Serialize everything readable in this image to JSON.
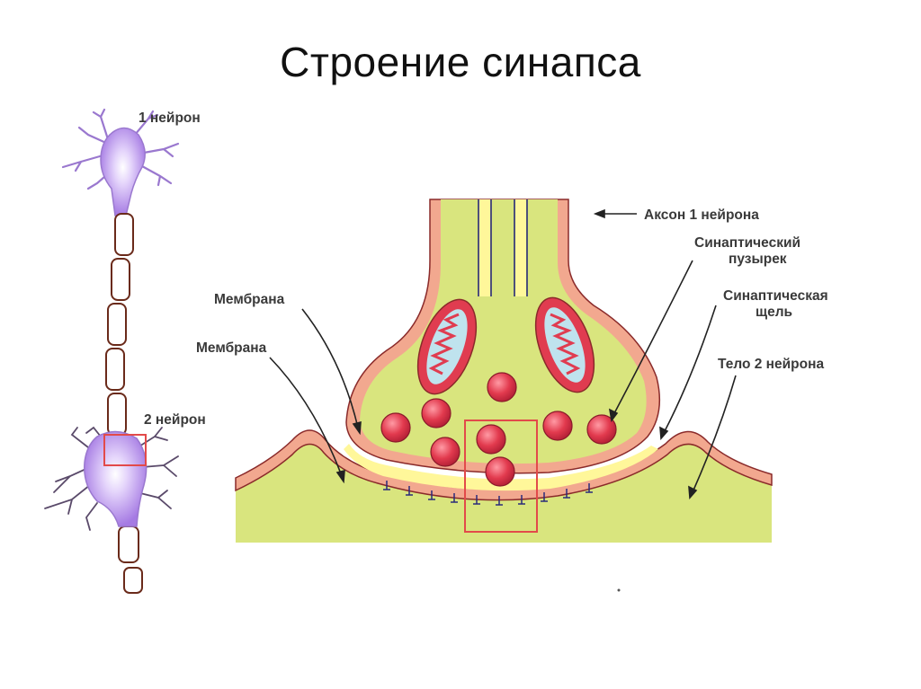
{
  "title": "Строение синапса",
  "labels": {
    "neuron1": "1 нейрон",
    "neuron2": "2 нейрон",
    "axon": "Аксон 1 нейрона",
    "vesicle_line1": "Синаптический",
    "vesicle_line2": "пузырек",
    "cleft_line1": "Синаптическая",
    "cleft_line2": "щель",
    "body2": "Тело 2 нейрона",
    "membrane_upper": "Мембрана",
    "membrane_lower": "Мембрана"
  },
  "colors": {
    "cytoplasm": "#d9e57e",
    "membrane": "#f2a88f",
    "membrane_edge": "#8a2a2a",
    "vesicle": "#e03c50",
    "cleft": "#fff79a",
    "neuron_body": "#b48be8",
    "highlight_box": "#e24a4a",
    "axon_fibers": "#2b2b7a"
  }
}
